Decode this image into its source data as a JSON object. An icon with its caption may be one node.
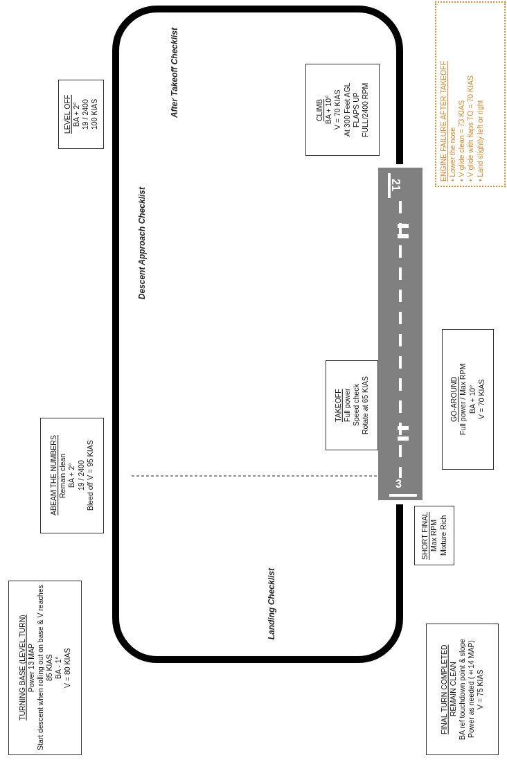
{
  "diagram": {
    "nodes": [
      {
        "text": [
          "LEVEL OFF",
          "BA + 2°",
          "19 / 2400",
          "100 KIAS"
        ]
      },
      {
        "text": [
          "CLIMB",
          "BA + 10°",
          "V = 70 KIAS",
          "At 300 Feet AGL",
          "FLAPS UP",
          "FULL/2400 RPM"
        ]
      },
      {
        "text": [
          "ENGINE FAILURE AFTER TAKEOFF",
          "• Lower the nose",
          "• V glide clean = 73 KIAS",
          "• V glide with flaps TO = 70 KIAS",
          "• Land slightly left or right"
        ]
      },
      {
        "text": [
          "TAKEOFF",
          "Full power",
          "Speed check",
          "Rotate at 65 KIAS"
        ]
      },
      {
        "text": [
          "GO-AROUND",
          "Full power / Max RPM",
          "BA + 10°",
          "V = 70 KIAS"
        ]
      },
      {
        "text": [
          "ABEAM THE NUMBERS",
          "Remain clean",
          "BA + 2°",
          "19 / 2400",
          "Bleed off V = 95 KIAS"
        ]
      },
      {
        "text": [
          "SHORT FINAL",
          "Max RPM",
          "Mixture Rich"
        ]
      },
      {
        "text": [
          "TURNING BASE (LEVEL TURN)",
          "Power 13 MAP",
          "Start descent when rolling out on base & V reaches 85 KIAS",
          "BA - 1°",
          "V = 80 KIAS"
        ]
      },
      {
        "text": [
          "FINAL TURN COMPLETED",
          "REMAIN CLEAN",
          "BA ref touchdown point & slope",
          "Power as needed (±14 MAP)",
          "V = 75 KIAS"
        ]
      }
    ],
    "labels": [
      "After Takeoff Checklist",
      "Descent Approach Checklist",
      "Landing Checklist",
      "21",
      "3"
    ]
  }
}
